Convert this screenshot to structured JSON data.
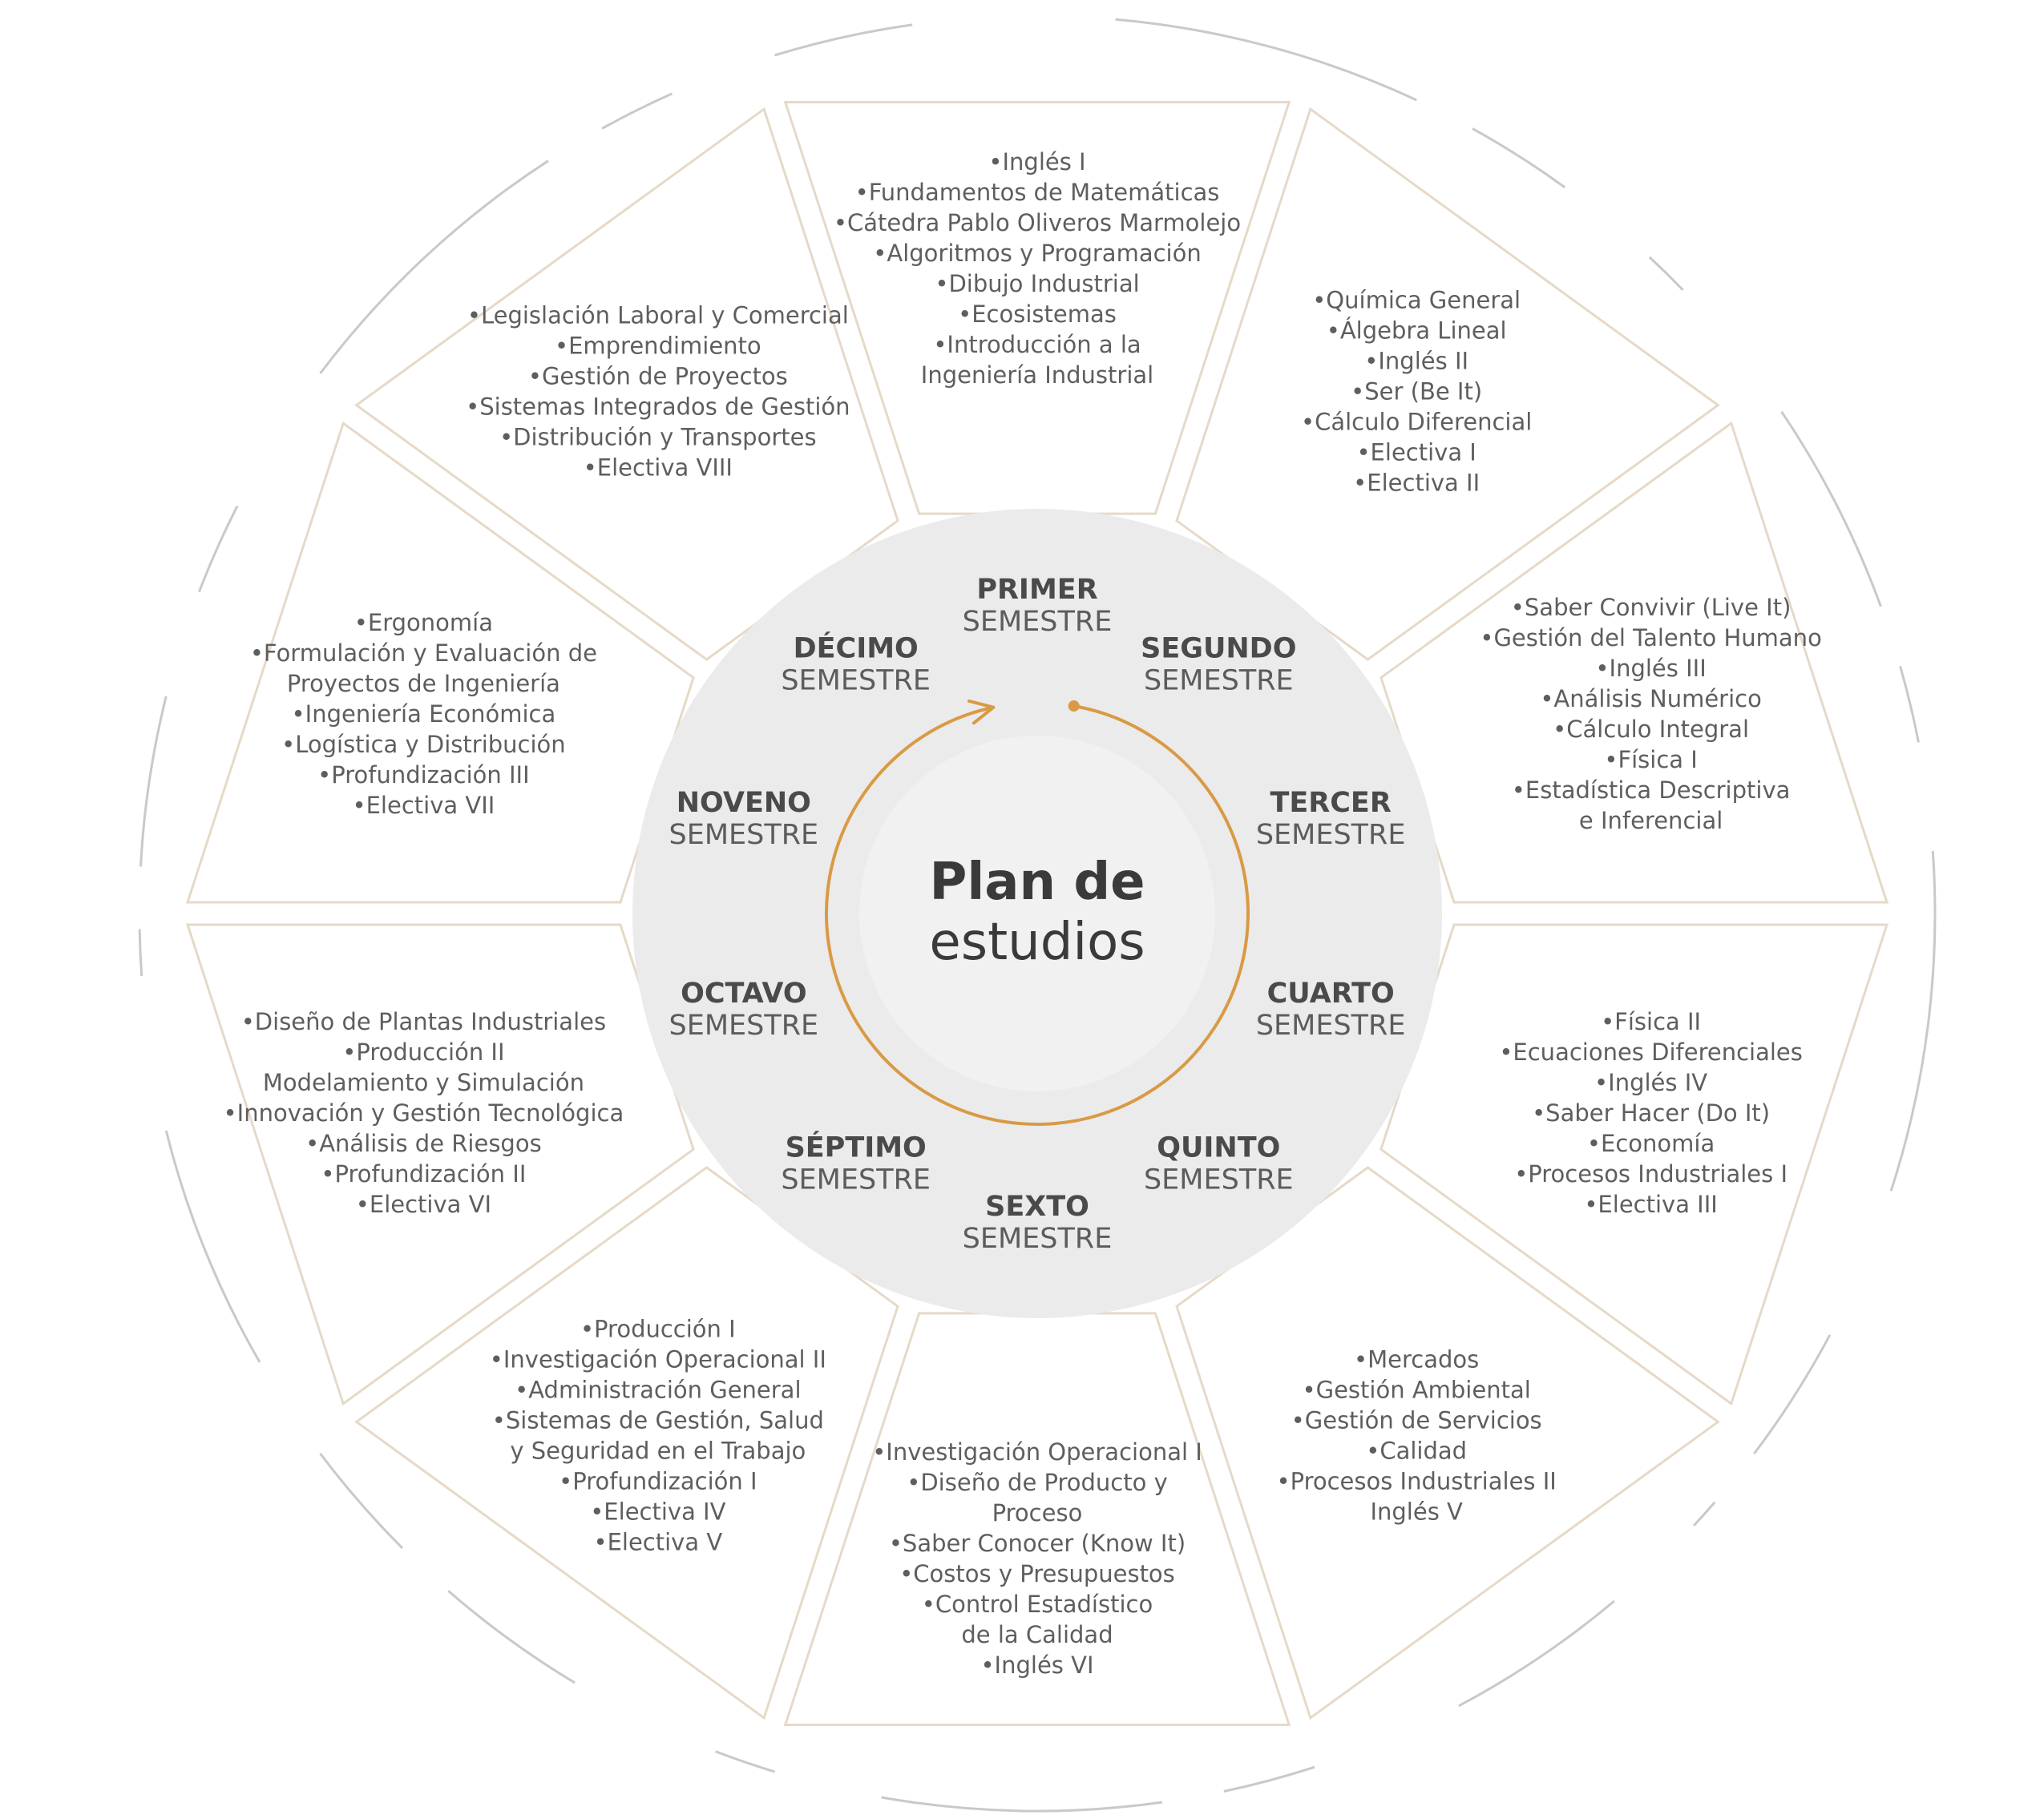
{
  "title": {
    "line1": "Plan de",
    "line2": "estudios"
  },
  "colors": {
    "accent": "#d99a45",
    "segment_stroke": "#e6d9c8",
    "ring_fill": "#ebebeb",
    "center_fill": "#f1f1f1",
    "outer_dash": "#c9c9c9",
    "text": "#5e5e5e"
  },
  "cycle_arrow": {
    "direction": "clockwise"
  },
  "semesters": [
    {
      "name": "PRIMER",
      "word": "SEMESTRE",
      "courses": [
        "•Inglés I",
        "•Fundamentos de Matemáticas",
        "•Cátedra Pablo Oliveros Marmolejo",
        "•Algoritmos y Programación",
        "•Dibujo Industrial",
        "•Ecosistemas",
        "•Introducción a la",
        "Ingeniería Industrial"
      ]
    },
    {
      "name": "SEGUNDO",
      "word": "SEMESTRE",
      "courses": [
        "•Química General",
        "•Álgebra Lineal",
        "•Inglés II",
        "•Ser (Be It)",
        "•Cálculo Diferencial",
        "•Electiva I",
        "•Electiva II"
      ]
    },
    {
      "name": "TERCER",
      "word": "SEMESTRE",
      "courses": [
        "•Saber Convivir (Live It)",
        "•Gestión del Talento Humano",
        "•Inglés III",
        "•Análisis Numérico",
        "•Cálculo Integral",
        "•Física I",
        "•Estadística Descriptiva",
        "e Inferencial"
      ]
    },
    {
      "name": "CUARTO",
      "word": "SEMESTRE",
      "courses": [
        "•Física II",
        "•Ecuaciones Diferenciales",
        "•Inglés IV",
        "•Saber Hacer (Do It)",
        "•Economía",
        "•Procesos Industriales I",
        "•Electiva III"
      ]
    },
    {
      "name": "QUINTO",
      "word": "SEMESTRE",
      "courses": [
        "•Mercados",
        "•Gestión Ambiental",
        "•Gestión de Servicios",
        "•Calidad",
        "•Procesos Industriales II",
        "Inglés V"
      ]
    },
    {
      "name": "SEXTO",
      "word": "SEMESTRE",
      "courses": [
        "•Investigación Operacional I",
        "•Diseño de Producto y",
        "Proceso",
        "•Saber Conocer (Know It)",
        "•Costos y Presupuestos",
        "•Control Estadístico",
        "de la Calidad",
        "•Inglés VI"
      ]
    },
    {
      "name": "SÉPTIMO",
      "word": "SEMESTRE",
      "courses": [
        "•Producción I",
        "•Investigación Operacional II",
        "•Administración General",
        "•Sistemas de Gestión, Salud",
        "y Seguridad en el Trabajo",
        "•Profundización I",
        "•Electiva IV",
        "•Electiva V"
      ]
    },
    {
      "name": "OCTAVO",
      "word": "SEMESTRE",
      "courses": [
        "•Diseño de Plantas Industriales",
        "•Producción II",
        "Modelamiento y Simulación",
        "•Innovación y Gestión Tecnológica",
        "•Análisis de Riesgos",
        "•Profundización II",
        "•Electiva VI"
      ]
    },
    {
      "name": "NOVENO",
      "word": "SEMESTRE",
      "courses": [
        "•Ergonomía",
        "•Formulación y Evaluación de",
        "Proyectos de Ingeniería",
        "•Ingeniería Económica",
        "•Logística y Distribución",
        "•Profundización III",
        "•Electiva VII"
      ]
    },
    {
      "name": "DÉCIMO",
      "word": "SEMESTRE",
      "courses": [
        "•Legislación Laboral y Comercial",
        "•Emprendimiento",
        "•Gestión de Proyectos",
        "•Sistemas Integrados de Gestión",
        "•Distribución y Transportes",
        "•Electiva VIII"
      ]
    }
  ]
}
